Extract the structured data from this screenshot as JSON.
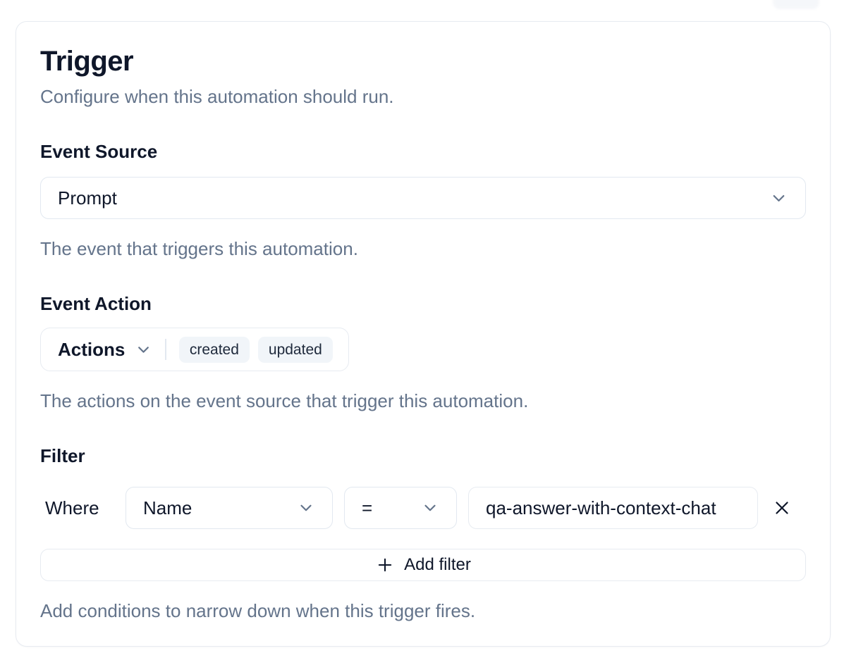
{
  "card": {
    "title": "Trigger",
    "subtitle": "Configure when this automation should run.",
    "event_source": {
      "label": "Event Source",
      "selected_value": "Prompt",
      "help": "The event that triggers this automation."
    },
    "event_action": {
      "label": "Event Action",
      "dropdown_label": "Actions",
      "selected_actions": [
        "created",
        "updated"
      ],
      "help": "The actions on the event source that trigger this automation."
    },
    "filter": {
      "label": "Filter",
      "where_label": "Where",
      "rows": [
        {
          "field": "Name",
          "operator": "=",
          "value": "qa-answer-with-context-chat"
        }
      ],
      "add_button_label": "Add filter",
      "help": "Add conditions to narrow down when this trigger fires."
    }
  },
  "icons": {
    "select_chevron": "chevron-down",
    "actions_chevron": "chevron-down",
    "field_chevron": "chevron-down",
    "operator_chevron": "chevron-down",
    "add_filter": "plus",
    "remove_filter": "close-x"
  },
  "colors": {
    "card_border": "#e7ebf1",
    "input_border": "#e2e8f0",
    "text_primary": "#0f172a",
    "text_muted": "#64748b",
    "badge_background": "#f1f5f9",
    "chevron": "#64748b"
  }
}
